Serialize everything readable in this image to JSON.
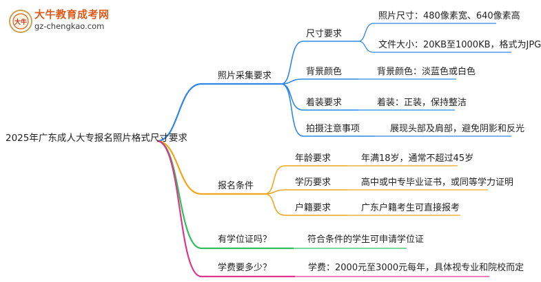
{
  "logo": {
    "title": "大牛教育成考网",
    "url": "gz-chengkao.com",
    "badge_glyph": "大牛"
  },
  "root": {
    "label": "2025年广东成人大专报名照片格式尺寸要求"
  },
  "branches": [
    {
      "label": "照片采集要求",
      "color": "#2f86e6",
      "children": [
        {
          "label": "尺寸要求",
          "leaves": [
            "照片尺寸：480像素宽、640像素高",
            "文件大小：20KB至1000KB，格式为JPG"
          ]
        },
        {
          "label": "背景颜色",
          "leaves": [
            "背景颜色：淡蓝色或白色"
          ]
        },
        {
          "label": "着装要求",
          "leaves": [
            "着装：正装，保持整洁"
          ]
        },
        {
          "label": "拍摄注意事项",
          "leaves": [
            "展现头部及肩部，避免阴影和反光"
          ]
        }
      ]
    },
    {
      "label": "报名条件",
      "color": "#f2a51a",
      "children": [
        {
          "label": "年龄要求",
          "leaves": [
            "年满18岁，通常不超过45岁"
          ]
        },
        {
          "label": "学历要求",
          "leaves": [
            "高中或中专毕业证书，或同等学力证明"
          ]
        },
        {
          "label": "户籍要求",
          "leaves": [
            "广东户籍考生可直接报考"
          ]
        }
      ]
    },
    {
      "label": "有学位证吗？",
      "color": "#2fbf5a",
      "children": [],
      "leaves": [
        "符合条件的学生可申请学位证"
      ]
    },
    {
      "label": "学费要多少？",
      "color": "#e0338a",
      "children": [],
      "leaves": [
        "学费：2000元至3000元每年，具体视专业和院校而定"
      ]
    }
  ]
}
